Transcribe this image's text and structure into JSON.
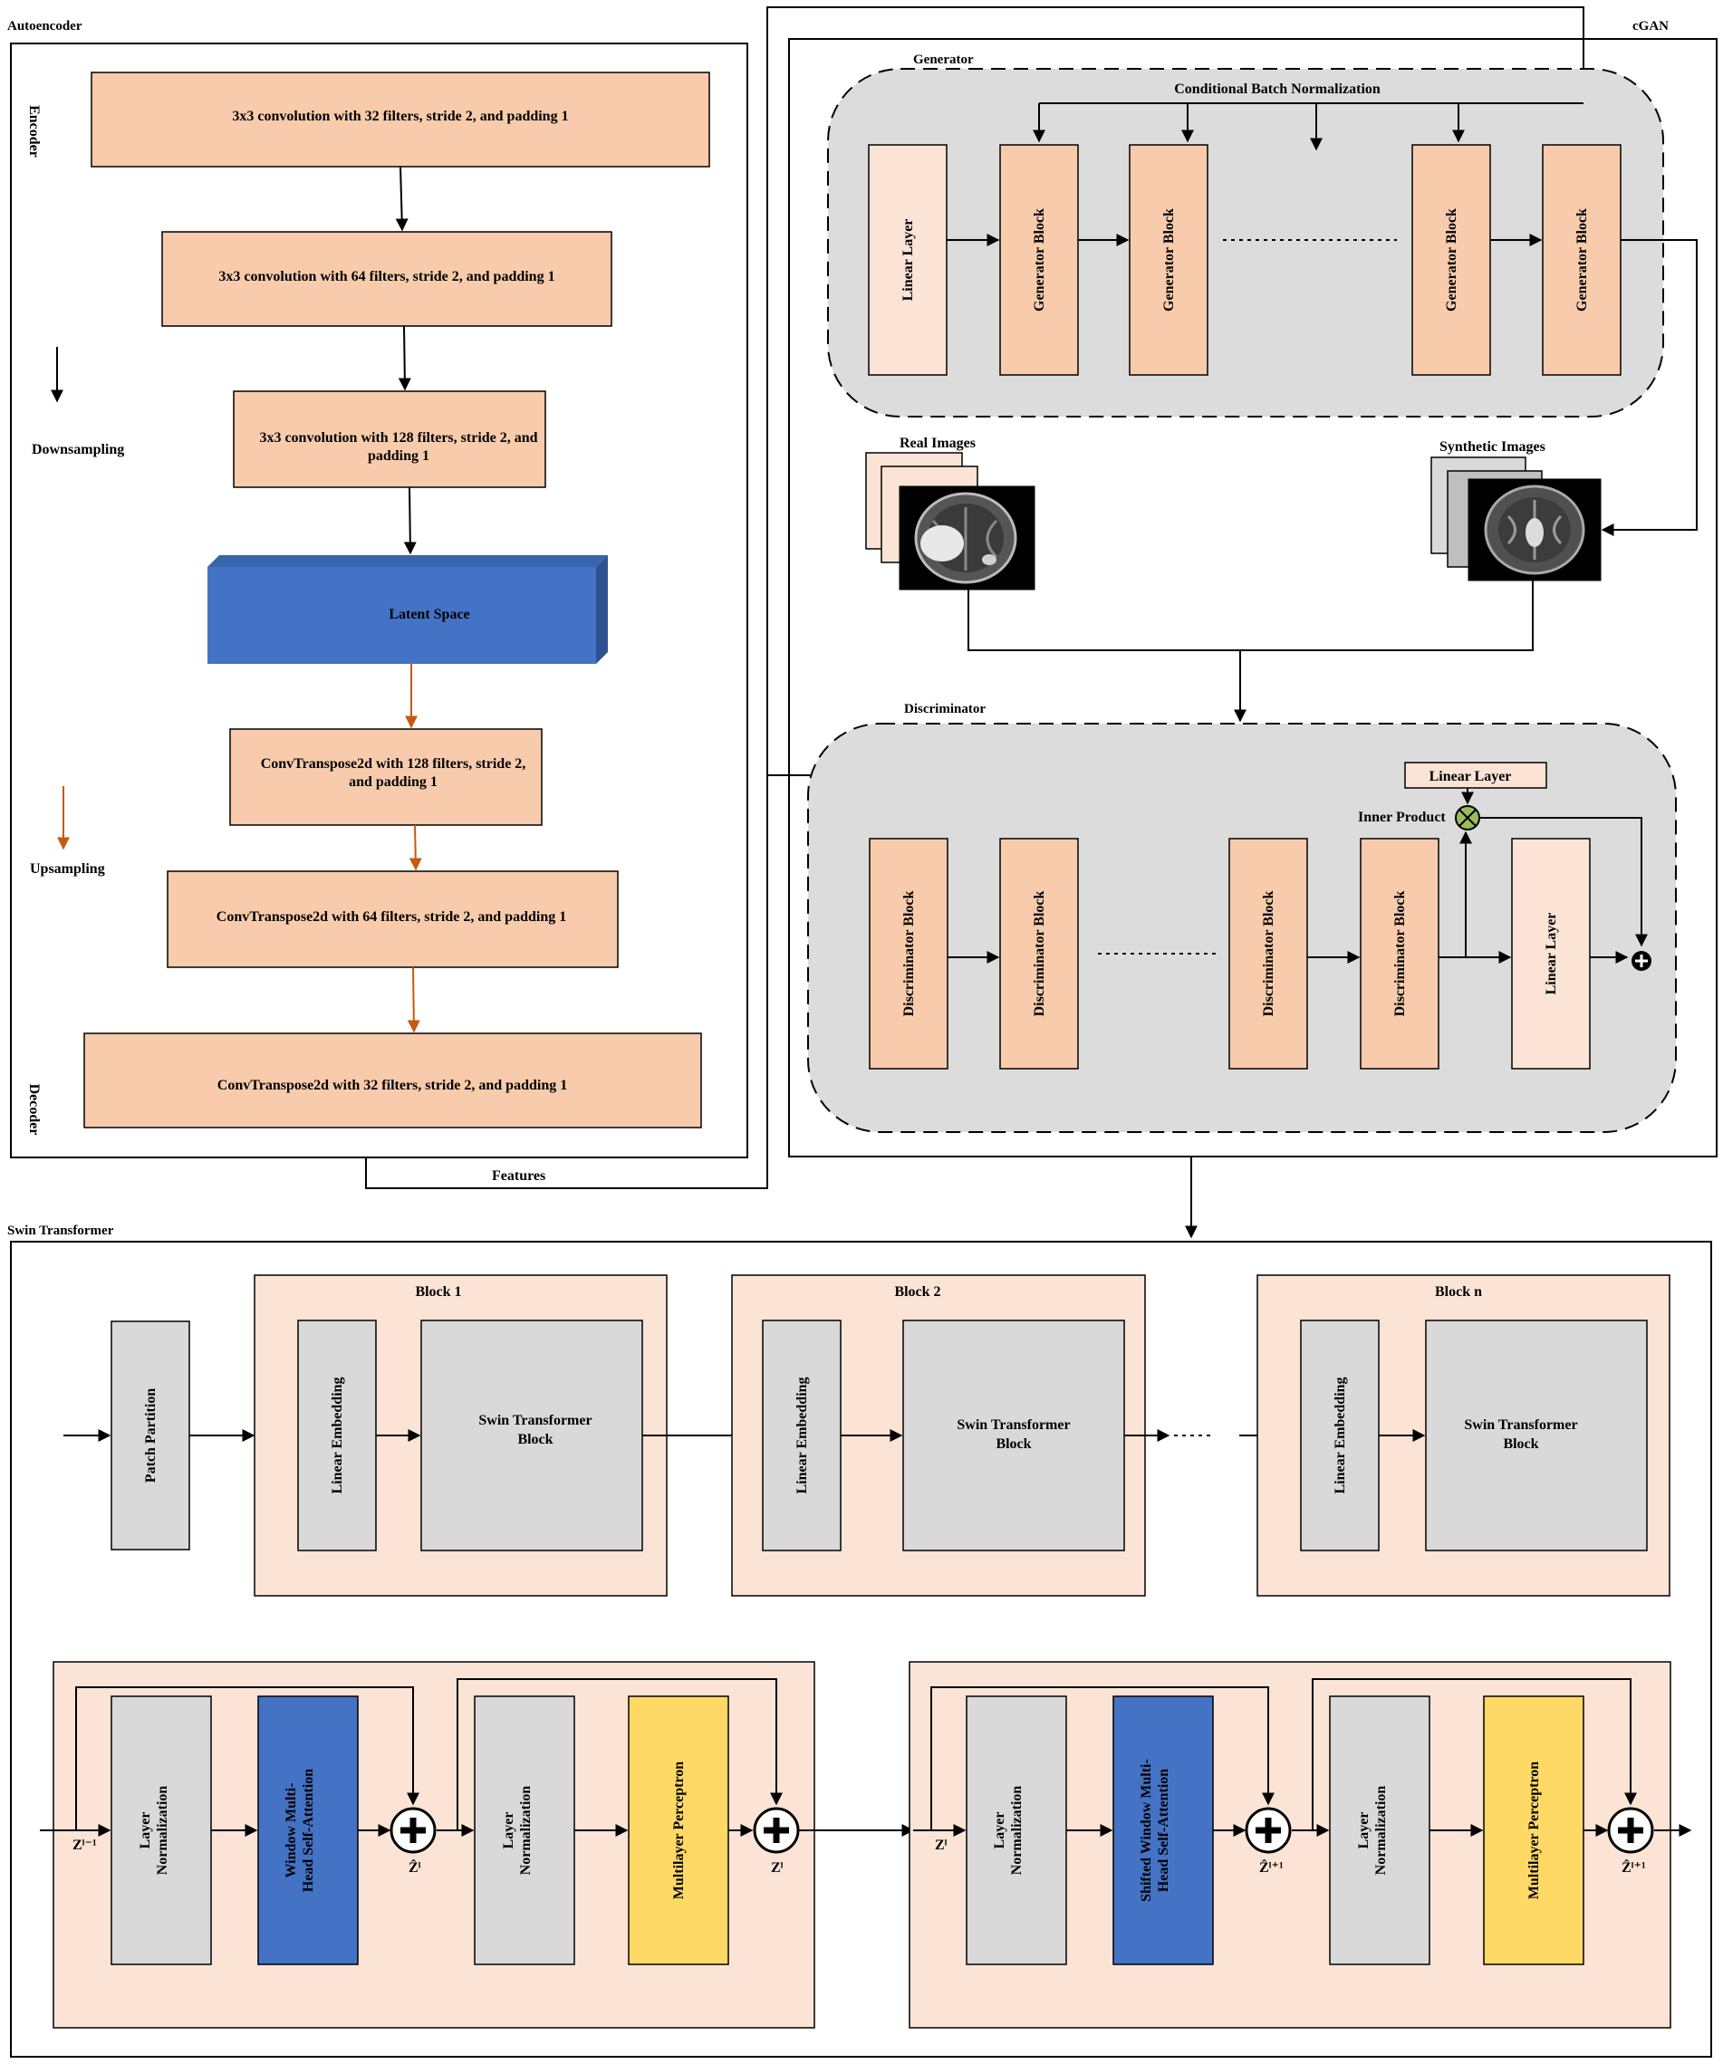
{
  "colors": {
    "peach": "#f7cbab",
    "light_peach": "#fbe4d5",
    "gray": "#d9d9d9",
    "panel_gray": "#dcdcdc",
    "blue": "#4472c4",
    "yellow": "#ffd966",
    "orange_arrow": "#c55a11"
  },
  "autoencoder": {
    "title": "Autoencoder",
    "encoder_label": "Encoder",
    "decoder_label": "Decoder",
    "downsampling_label": "Downsampling",
    "upsampling_label": "Upsampling",
    "layers": {
      "conv1": "3x3 convolution with 32 filters, stride 2, and padding 1",
      "conv2": "3x3 convolution with 64 filters, stride 2, and padding 1",
      "conv3_line1": "3x3 convolution with 128 filters, stride 2, and",
      "conv3_line2": "padding 1",
      "latent": "Latent Space",
      "deconv1_line1": "ConvTranspose2d with 128 filters, stride 2,",
      "deconv1_line2": "and padding 1",
      "deconv2": "ConvTranspose2d with 64 filters, stride 2, and padding 1",
      "deconv3": "ConvTranspose2d with 32 filters, stride 2, and padding 1"
    },
    "features_label": "Features"
  },
  "cgan": {
    "title": "cGAN",
    "generator": {
      "title": "Generator",
      "cbn_label": "Conditional Batch Normalization",
      "linear_layer": "Linear Layer",
      "block_label": "Generator Block"
    },
    "real_images_label": "Real  Images",
    "synthetic_images_label": "Synthetic Images",
    "discriminator": {
      "title": "Discriminator",
      "block_label": "Discriminator Block",
      "linear_layer_top": "Linear Layer",
      "inner_product": "Inner Product",
      "linear_layer": "Linear Layer"
    }
  },
  "swin": {
    "title": "Swin Transformer",
    "patch_partition": "Patch Partition",
    "blocks": [
      {
        "title": "Block 1",
        "embedding": "Linear Embedding",
        "swin_line1": "Swin Transformer",
        "swin_line2": "Block"
      },
      {
        "title": "Block 2",
        "embedding": "Linear Embedding",
        "swin_line1": "Swin Transformer",
        "swin_line2": "Block"
      },
      {
        "title": "Block n",
        "embedding": "Linear Embedding",
        "swin_line1": "Swin Transformer",
        "swin_line2": "Block"
      }
    ],
    "detail": {
      "layer_norm_line1": "Layer",
      "layer_norm_line2": "Normalization",
      "wmsa_line1": "Window Multi-",
      "wmsa_line2": "Head Self-Attention",
      "swmsa_line1": "Shifted Window Multi-",
      "swmsa_line2": "Head Self-Attention",
      "mlp": "Multilayer Perceptron",
      "z_l_minus_1": "Zˡ⁻¹",
      "z_hat_l": "Ẑˡ",
      "z_l": "Zˡ",
      "z_l_again": "Zˡ",
      "z_hat_l_plus_1": "Ẑˡ⁺¹",
      "z_hat_l_plus_1_end": "Ẑˡ⁺¹"
    }
  }
}
